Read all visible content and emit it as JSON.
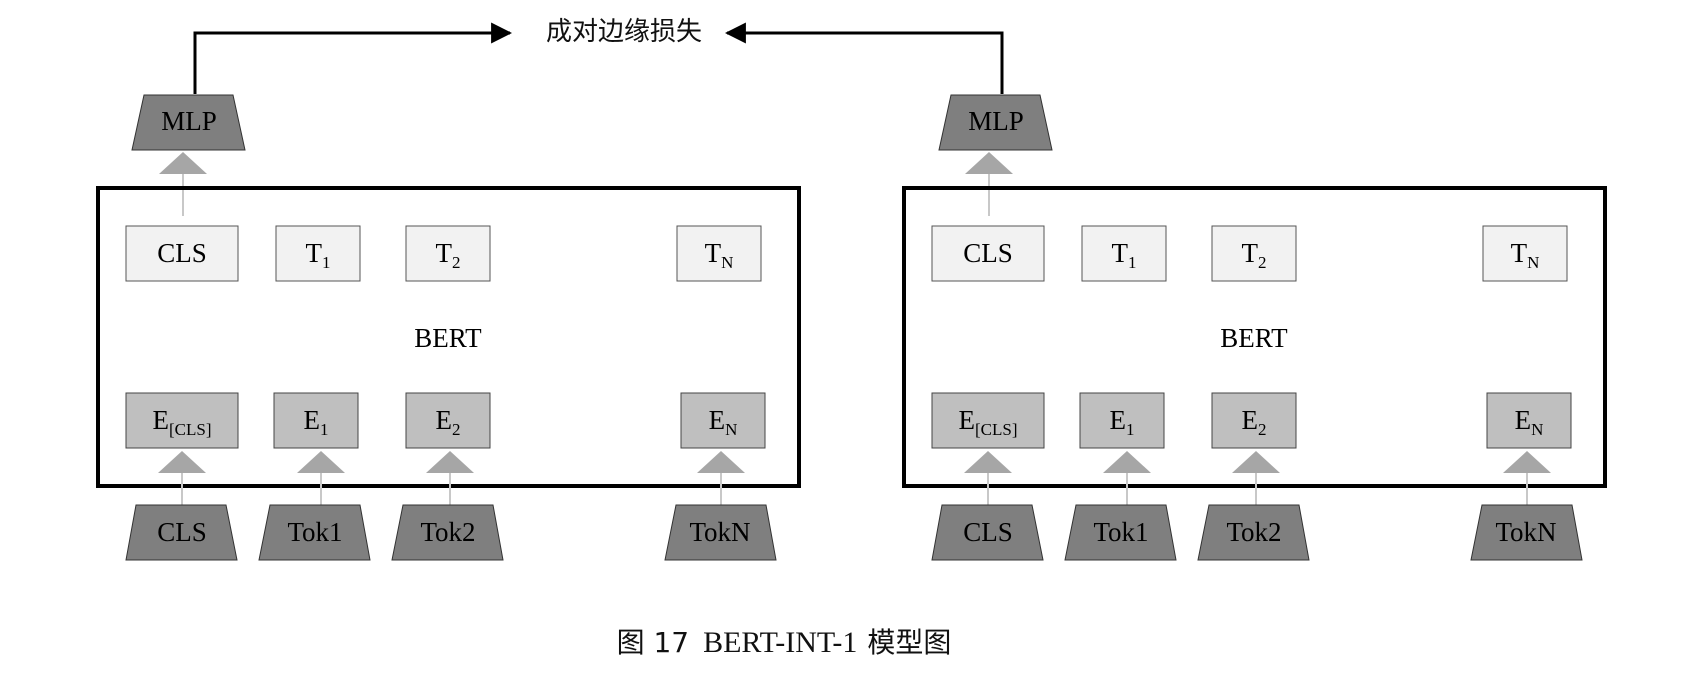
{
  "loss_title": "成对边缘损失",
  "caption_prefix": "图 17",
  "caption_name": "BERT-INT-1",
  "caption_suffix": "模型图",
  "towers": [
    {
      "head": "MLP",
      "center": "BERT",
      "outputs": [
        {
          "main": "CLS",
          "sub": ""
        },
        {
          "main": "T",
          "sub": "1"
        },
        {
          "main": "T",
          "sub": "2"
        },
        {
          "main": "T",
          "sub": "N"
        }
      ],
      "embeddings": [
        {
          "main": "E",
          "sub": "[CLS]"
        },
        {
          "main": "E",
          "sub": "1"
        },
        {
          "main": "E",
          "sub": "2"
        },
        {
          "main": "E",
          "sub": "N"
        }
      ],
      "tokens": [
        "CLS",
        "Tok1",
        "Tok2",
        "TokN"
      ]
    },
    {
      "head": "MLP",
      "center": "BERT",
      "outputs": [
        {
          "main": "CLS",
          "sub": ""
        },
        {
          "main": "T",
          "sub": "1"
        },
        {
          "main": "T",
          "sub": "2"
        },
        {
          "main": "T",
          "sub": "N"
        }
      ],
      "embeddings": [
        {
          "main": "E",
          "sub": "[CLS]"
        },
        {
          "main": "E",
          "sub": "1"
        },
        {
          "main": "E",
          "sub": "2"
        },
        {
          "main": "E",
          "sub": "N"
        }
      ],
      "tokens": [
        "CLS",
        "Tok1",
        "Tok2",
        "TokN"
      ]
    }
  ]
}
